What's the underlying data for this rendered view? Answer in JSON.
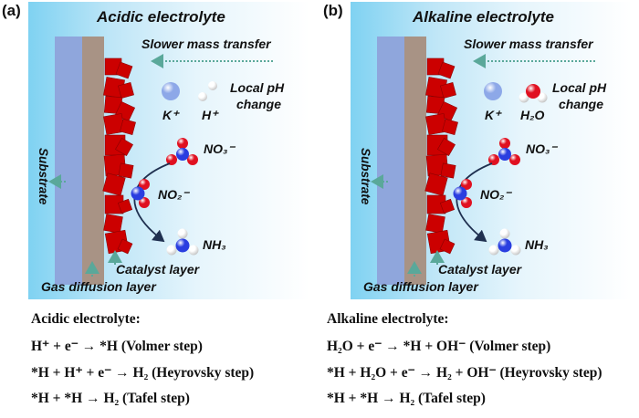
{
  "colors": {
    "electrolyte_gradient_start": "#7fd2f2",
    "substrate": "#8fa6dc",
    "gas_diffusion_layer": "#a89385",
    "catalyst": "#cc0000",
    "arrow": "#1f3050",
    "dotted_arrow": "#5aa89a",
    "nitrogen_atom": "#2a3ee0",
    "oxygen_atom": "#e01020",
    "hydrogen_atom": "#ffffff",
    "potassium_ion": "#8da8e8"
  },
  "panels": [
    {
      "id": "a",
      "label": "(a)",
      "title": "Acidic electrolyte",
      "mass_transfer": "Slower mass transfer",
      "local_ph_line1": "Local pH",
      "local_ph_line2": "change",
      "ion1": "K⁺",
      "ion2": "H⁺",
      "nitrate": "NO₃⁻",
      "nitrite": "NO₂⁻",
      "ammonia": "NH₃",
      "substrate": "Substrate",
      "catalyst_layer": "Catalyst layer",
      "gas_diffusion_layer": "Gas diffusion layer",
      "equations": {
        "heading": "Acidic electrolyte:",
        "volmer": "H⁺ + e⁻ → *H (Volmer step)",
        "heyrovsky": "*H + H⁺ + e⁻ → H₂ (Heyrovsky step)",
        "tafel": "*H + *H → H₂ (Tafel step)"
      }
    },
    {
      "id": "b",
      "label": "(b)",
      "title": "Alkaline electrolyte",
      "mass_transfer": "Slower mass transfer",
      "local_ph_line1": "Local pH",
      "local_ph_line2": "change",
      "ion1": "K⁺",
      "ion2": "H₂O",
      "nitrate": "NO₃⁻",
      "nitrite": "NO₂⁻",
      "ammonia": "NH₃",
      "substrate": "Substrate",
      "catalyst_layer": "Catalyst layer",
      "gas_diffusion_layer": "Gas diffusion layer",
      "equations": {
        "heading": "Alkaline electrolyte:",
        "volmer": "H₂O + e⁻ → *H + OH⁻ (Volmer step)",
        "heyrovsky": "*H + H₂O + e⁻ → H₂ + OH⁻ (Heyrovsky step)",
        "tafel": "*H + *H → H₂ (Tafel step)"
      }
    }
  ]
}
